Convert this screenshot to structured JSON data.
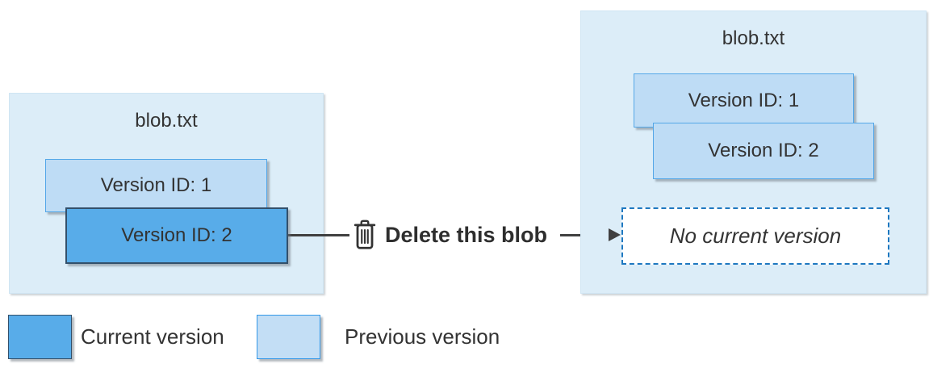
{
  "diagram": {
    "left_blob": {
      "title": "blob.txt",
      "versions": [
        {
          "label": "Version ID: 1",
          "state": "previous"
        },
        {
          "label": "Version ID: 2",
          "state": "current"
        }
      ]
    },
    "action": {
      "icon": "trash-icon",
      "label": "Delete this blob"
    },
    "right_blob": {
      "title": "blob.txt",
      "versions": [
        {
          "label": "Version ID: 1",
          "state": "previous"
        },
        {
          "label": "Version ID: 2",
          "state": "previous"
        }
      ],
      "placeholder": "No current version"
    },
    "legend": {
      "items": [
        {
          "label": "Current version",
          "color": "#58ACE9"
        },
        {
          "label": "Previous version",
          "color": "#C3DEF5"
        }
      ]
    },
    "colors": {
      "container_fill": "#DCEDF8",
      "current_fill": "#58ACE9",
      "previous_fill": "#BEDCF5",
      "dashed_border": "#1E78C0",
      "connector": "#404040",
      "text": "#333333"
    }
  }
}
